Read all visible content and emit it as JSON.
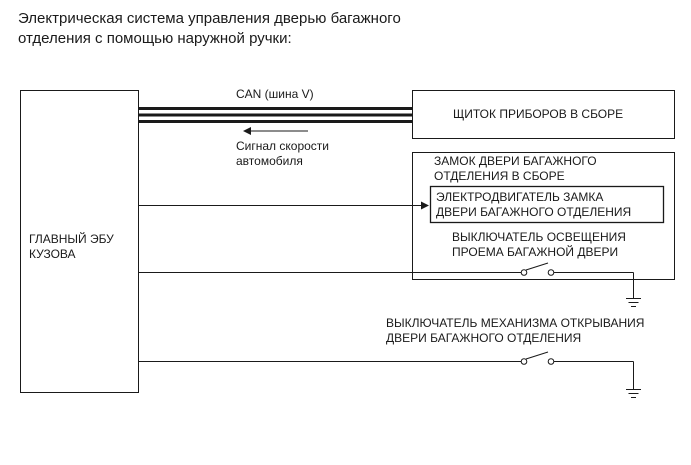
{
  "title": {
    "line1": "Электрическая система управления дверью багажного",
    "line2": "отделения с помощью наружной ручки:"
  },
  "can_bus": {
    "label": "CAN (шина V)"
  },
  "speed_signal": {
    "line1": "Сигнал скорости",
    "line2": "автомобиля"
  },
  "main_ecu": {
    "line1": "ГЛАВНЫЙ ЭБУ",
    "line2": "КУЗОВА"
  },
  "instrument_panel": {
    "label": "ЩИТОК ПРИБОРОВ В СБОРЕ"
  },
  "door_lock": {
    "line1": "ЗАМОК ДВЕРИ БАГАЖНОГО",
    "line2": "ОТДЕЛЕНИЯ В СБОРЕ"
  },
  "lock_motor": {
    "line1": "ЭЛЕКТРОДВИГАТЕЛЬ ЗАМКА",
    "line2": "ДВЕРИ БАГАЖНОГО ОТДЕЛЕНИЯ"
  },
  "courtesy_switch": {
    "line1": "ВЫКЛЮЧАТЕЛЬ ОСВЕЩЕНИЯ",
    "line2": "ПРОЕМА БАГАЖНОЙ ДВЕРИ"
  },
  "opener_switch": {
    "line1": "ВЫКЛЮЧАТЕЛЬ МЕХАНИЗМА ОТКРЫВАНИЯ",
    "line2": "ДВЕРИ БАГАЖНОГО ОТДЕЛЕНИЯ"
  }
}
